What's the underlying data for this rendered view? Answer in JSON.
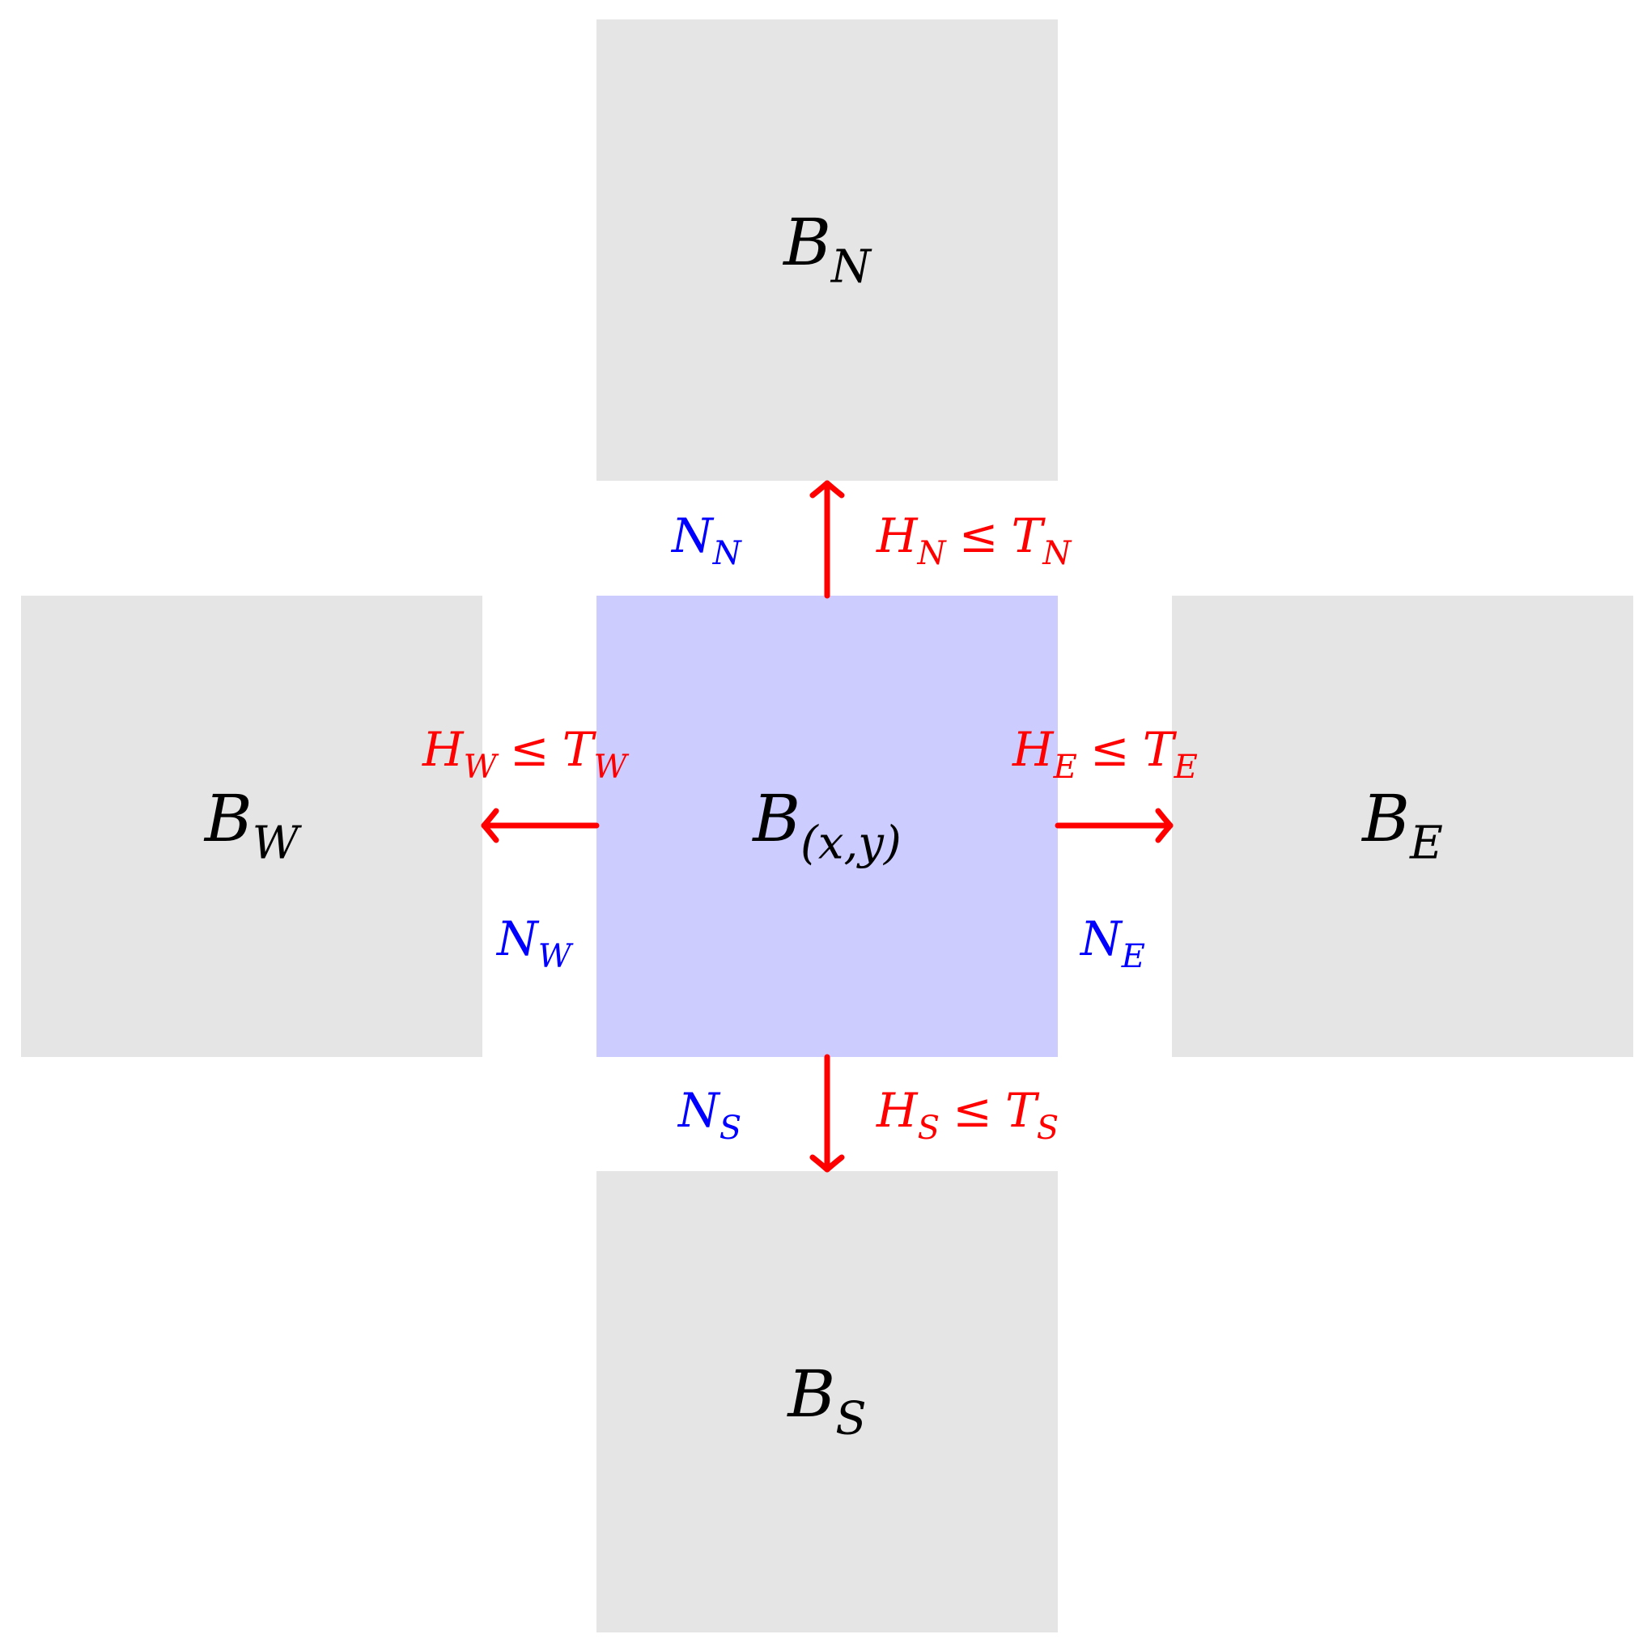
{
  "colors": {
    "neighbor_fill": "#e5e5e5",
    "center_fill": "#ccccff",
    "arrow": "#ff0000",
    "neighbor_label": "#0000ff",
    "condition_label": "#ff0000"
  },
  "blocks": {
    "center": {
      "base": "B",
      "sub": "(x,y)"
    },
    "north": {
      "base": "B",
      "sub": "N"
    },
    "south": {
      "base": "B",
      "sub": "S"
    },
    "west": {
      "base": "B",
      "sub": "W"
    },
    "east": {
      "base": "B",
      "sub": "E"
    }
  },
  "neighbor_labels": {
    "north": {
      "base": "N",
      "sub": "N"
    },
    "south": {
      "base": "N",
      "sub": "S"
    },
    "west": {
      "base": "N",
      "sub": "W"
    },
    "east": {
      "base": "N",
      "sub": "E"
    }
  },
  "conditions": {
    "relation": "≤",
    "north": {
      "h": "H",
      "h_sub": "N",
      "t": "T",
      "t_sub": "N"
    },
    "south": {
      "h": "H",
      "h_sub": "S",
      "t": "T",
      "t_sub": "S"
    },
    "west": {
      "h": "H",
      "h_sub": "W",
      "t": "T",
      "t_sub": "W"
    },
    "east": {
      "h": "H",
      "h_sub": "E",
      "t": "T",
      "t_sub": "E"
    }
  }
}
